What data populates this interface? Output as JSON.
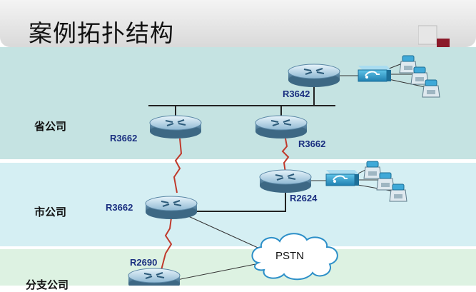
{
  "title": "案例拓扑结构",
  "regions": {
    "province": "省公司",
    "city": "市公司",
    "branch": "分支公司"
  },
  "routers": {
    "r3642": "R3642",
    "province_left": "R3662",
    "province_right": "R3662",
    "r2624": "R2624",
    "city": "R3662",
    "r2690": "R2690"
  },
  "pstn": "PSTN",
  "colors": {
    "title_bar": "#d9d9d9",
    "province_band": "#c5e3e2",
    "city_band": "#d5eff3",
    "branch_band": "#ddf2e2",
    "router_label": "#1a2f80",
    "serial_link": "#c0392b"
  }
}
